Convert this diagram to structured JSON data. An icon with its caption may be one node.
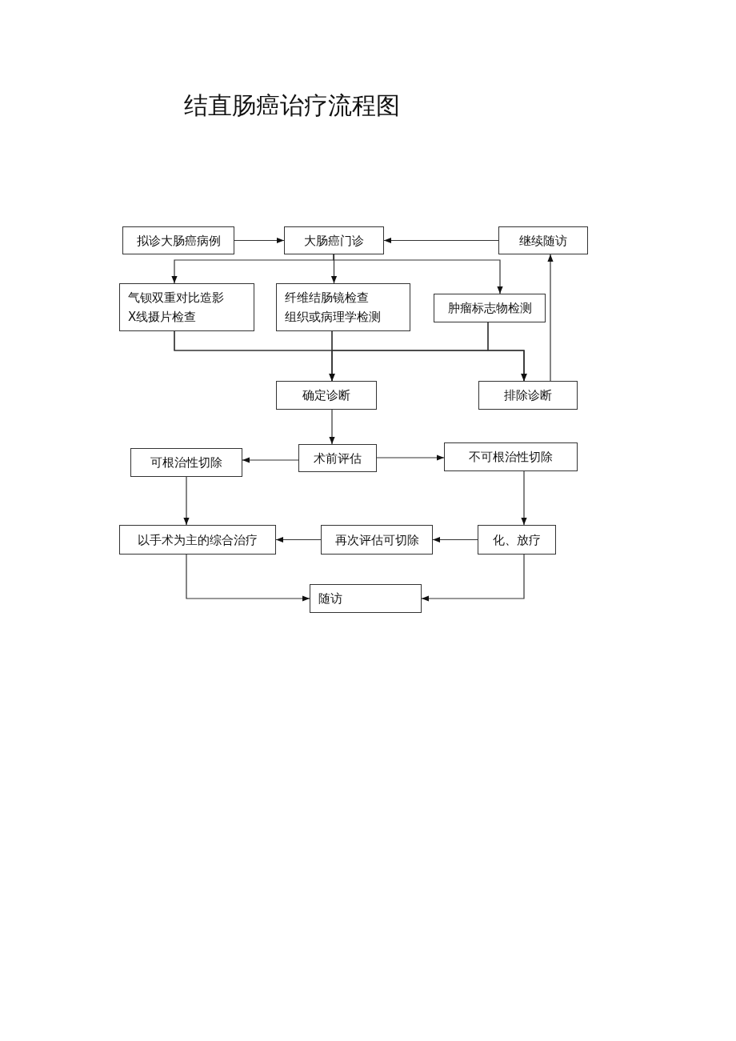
{
  "diagram": {
    "title": "结直肠癌诒疗流程图",
    "nodes": [
      {
        "text": [
          "拟诊大肠癌病例"
        ]
      },
      {
        "text": [
          "大肠癌门诊"
        ]
      },
      {
        "text": [
          "继续随访"
        ]
      },
      {
        "text": [
          "气钡双重对比造影",
          "X线摄片检查"
        ]
      },
      {
        "text": [
          "纤维结肠镜检查",
          "组织或病理学检测"
        ]
      },
      {
        "text": [
          "肿瘤标志物检测"
        ]
      },
      {
        "text": [
          "确定诊断"
        ]
      },
      {
        "text": [
          "排除诊断"
        ]
      },
      {
        "text": [
          "术前评估"
        ]
      },
      {
        "text": [
          "可根治性切除"
        ]
      },
      {
        "text": [
          "不可根治性切除"
        ]
      },
      {
        "text": [
          "以手术为主的综合治疗"
        ]
      },
      {
        "text": [
          "再次评估可切除"
        ]
      },
      {
        "text": [
          "化、放疗"
        ]
      },
      {
        "text": [
          "随访"
        ]
      }
    ],
    "edges": [
      {
        "from": 0,
        "to": 1,
        "arrow": "to"
      },
      {
        "from": 2,
        "to": 1,
        "arrow": "to"
      },
      {
        "from": 1,
        "to": 3,
        "arrow": "to"
      },
      {
        "from": 1,
        "to": 4,
        "arrow": "to"
      },
      {
        "from": 1,
        "to": 5,
        "arrow": "to"
      },
      {
        "from": 3,
        "to": 6,
        "arrow": "to"
      },
      {
        "from": 4,
        "to": 6,
        "arrow": "to"
      },
      {
        "from": 5,
        "to": 6,
        "arrow": "to"
      },
      {
        "from": 3,
        "to": 7,
        "arrow": "to"
      },
      {
        "from": 4,
        "to": 7,
        "arrow": "to"
      },
      {
        "from": 5,
        "to": 7,
        "arrow": "to"
      },
      {
        "from": 7,
        "to": 2,
        "arrow": "to"
      },
      {
        "from": 6,
        "to": 8,
        "arrow": "to"
      },
      {
        "from": 8,
        "to": 9,
        "arrow": "to"
      },
      {
        "from": 8,
        "to": 10,
        "arrow": "to"
      },
      {
        "from": 9,
        "to": 11,
        "arrow": "to"
      },
      {
        "from": 10,
        "to": 13,
        "arrow": "to"
      },
      {
        "from": 13,
        "to": 12,
        "arrow": "to"
      },
      {
        "from": 12,
        "to": 11,
        "arrow": "to"
      },
      {
        "from": 11,
        "to": 14,
        "arrow": "to"
      },
      {
        "from": 13,
        "to": 14,
        "arrow": "to"
      }
    ]
  }
}
